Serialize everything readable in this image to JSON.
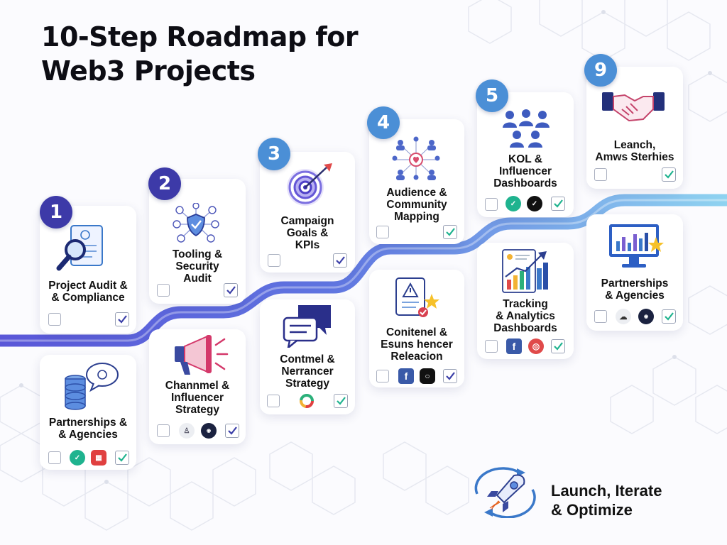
{
  "title": {
    "line1": "10-Step Roadmap for",
    "line2": "Web3 Projects"
  },
  "colors": {
    "road_start": "#5a57d8",
    "road_end": "#8fd3f0",
    "badge_dark": "#3d3aa8",
    "badge_light": "#4b8fd6",
    "check": "#3b3fa8",
    "check_teal": "#1fb38f"
  },
  "steps": [
    {
      "number": "1",
      "label": "Project Audit &\n& Compliance",
      "icon": "document-magnifier-icon"
    },
    {
      "number": "2",
      "label": "Tooling &\nSecurity\nAudit",
      "icon": "security-shield-network-icon"
    },
    {
      "number": "3",
      "label": "Campaign\nGoals &\nKPIs",
      "icon": "target-arrow-icon"
    },
    {
      "number": "4",
      "label": "Audience &\nCommunity\nMapping",
      "icon": "community-network-icon"
    },
    {
      "number": "5",
      "label": "KOL &\nInfluencer\nDashboards",
      "icon": "people-group-icon"
    },
    {
      "number": "9",
      "label": "Leanch,\nAmws Sterhies",
      "icon": "handshake-icon"
    }
  ],
  "lower_cards": [
    {
      "label": "Partnerships &\n& Agencies",
      "icon": "database-chat-icon"
    },
    {
      "label": "Channmel &\nInfluencer\nStrategy",
      "icon": "megaphone-icon"
    },
    {
      "label": "Contmel &\nNerrancer\nStrategy",
      "icon": "chat-bubbles-icon"
    },
    {
      "label": "Conitenel &\nEsuns hencer\nReleacion",
      "icon": "warning-document-icon"
    },
    {
      "label": "Tracking\n& Analytics\nDashboards",
      "icon": "analytics-chart-icon"
    },
    {
      "label": "Partnerships\n& Agencies",
      "icon": "monitor-chart-icon"
    }
  ],
  "footer": {
    "line1": "Launch, Iterate",
    "line2": "& Optimize",
    "icon": "rocket-icon"
  }
}
